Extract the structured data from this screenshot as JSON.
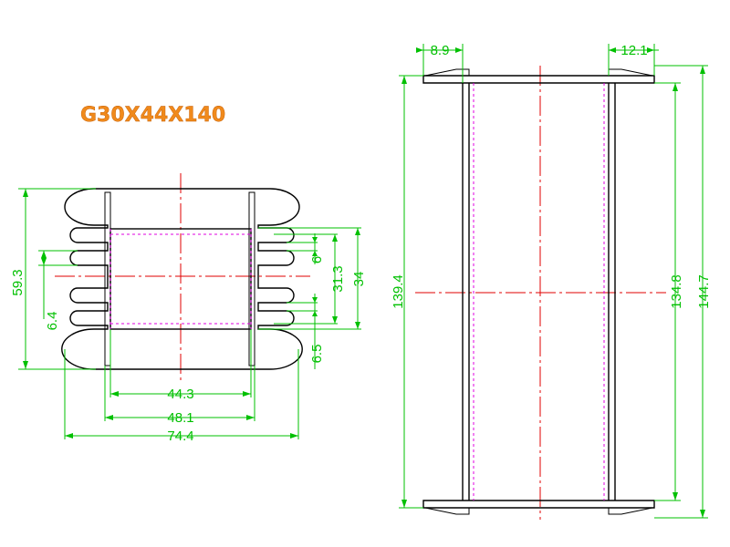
{
  "title": "G30X44X140",
  "dimensions": {
    "d_59_3": "59.3",
    "d_6_4": "6.4",
    "d_6": "6",
    "d_31_3": "31.3",
    "d_34": "34",
    "d_6_5": "6.5",
    "d_44_3": "44.3",
    "d_48_1": "48.1",
    "d_74_4": "74.4",
    "d_8_9": "8.9",
    "d_12_1": "12.1",
    "d_139_4": "139.4",
    "d_134_8": "134.8",
    "d_144_7": "144.7"
  },
  "colors": {
    "outline": "#000000",
    "dimension": "#00c000",
    "centerline": "#e00000",
    "hidden": "#e000e0",
    "title": "#f08a1c"
  }
}
